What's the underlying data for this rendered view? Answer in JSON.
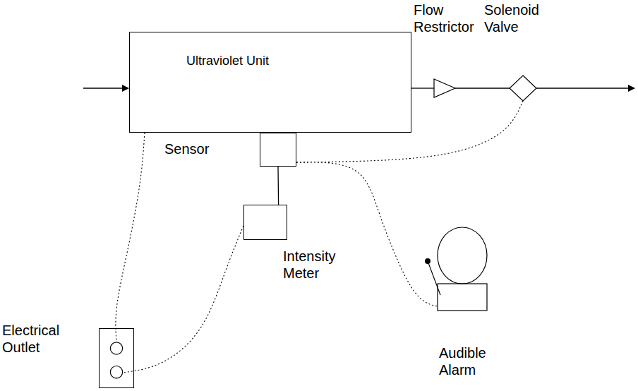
{
  "diagram": {
    "nodes": [
      {
        "text": [
          "Ultraviolet Unit"
        ]
      },
      {
        "text": [
          "Flow Restrictor"
        ]
      },
      {
        "text": [
          "Solenoid Valve"
        ]
      },
      {
        "text": [
          "Sensor"
        ]
      },
      {
        "text": [
          "Intensity Meter"
        ]
      },
      {
        "text": [
          "Electrical Outlet"
        ]
      },
      {
        "text": [
          "Audible Alarm"
        ]
      }
    ],
    "edges": [
      {
        "from": 0,
        "to": 1,
        "arrow": "none"
      },
      {
        "from": 1,
        "to": 2,
        "arrow": "none"
      },
      {
        "from": 3,
        "to": 4,
        "arrow": "none"
      },
      {
        "from": 0,
        "to": 5,
        "arrow": "none"
      },
      {
        "from": 4,
        "to": 5,
        "arrow": "none"
      },
      {
        "from": 3,
        "to": 2,
        "arrow": "none"
      },
      {
        "from": 3,
        "to": 6,
        "arrow": "none"
      }
    ]
  }
}
